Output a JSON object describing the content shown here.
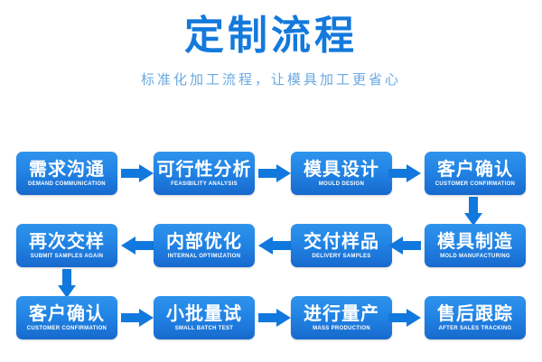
{
  "header": {
    "title": "定制流程",
    "subtitle": "标准化加工流程，让模具加工更省心",
    "title_color": "#1379dd",
    "subtitle_color": "#6aa9e0"
  },
  "theme": {
    "background": "#ffffff",
    "box_gradient_top": "#2f93ec",
    "box_gradient_bottom": "#1769cd",
    "arrow_color": "#1179dd",
    "box_text_color": "#ffffff"
  },
  "flow": {
    "rows": [
      {
        "direction": "right",
        "steps": [
          {
            "cn": "需求沟通",
            "en": "DEMAND COMMUNICATION"
          },
          {
            "cn": "可行性分析",
            "en": "FEASIBILITY ANALYSIS"
          },
          {
            "cn": "模具设计",
            "en": "MOULD DESIGN"
          },
          {
            "cn": "客户确认",
            "en": "CUSTOMER CONFIRMATION"
          }
        ]
      },
      {
        "direction": "left",
        "steps": [
          {
            "cn": "再次交样",
            "en": "SUBMIT SAMPLES AGAIN"
          },
          {
            "cn": "内部优化",
            "en": "INTERNAL OPTIMIZATION"
          },
          {
            "cn": "交付样品",
            "en": "DELIVERY SAMPLES"
          },
          {
            "cn": "模具制造",
            "en": "MOLD MANUFACTURING"
          }
        ]
      },
      {
        "direction": "right",
        "steps": [
          {
            "cn": "客户确认",
            "en": "CUSTOMER CONFIRMATION"
          },
          {
            "cn": "小批量试",
            "en": "SMALL BATCH TEST"
          },
          {
            "cn": "进行量产",
            "en": "MASS PRODUCTION"
          },
          {
            "cn": "售后跟踪",
            "en": "AFTER SALES TRACKING"
          }
        ]
      }
    ],
    "connectors": {
      "row1_to_row2": "arrow-down-right-column",
      "row2_to_row3": "arrow-down-left-column"
    }
  }
}
